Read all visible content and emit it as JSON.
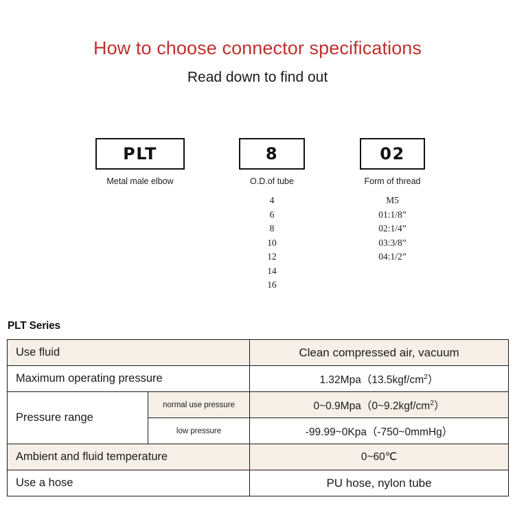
{
  "header": {
    "title": "How to choose connector specifications",
    "subtitle": "Read down to find out",
    "title_color": "#c0302c"
  },
  "code_builder": {
    "columns": [
      {
        "name": "series",
        "code": "PLT",
        "caption": "Metal male elbow",
        "options": []
      },
      {
        "name": "tube-size",
        "code": "8",
        "caption": "O.D.of tube",
        "options": [
          "4",
          "6",
          "8",
          "10",
          "12",
          "14",
          "16"
        ]
      },
      {
        "name": "thread-form",
        "code": "02",
        "caption": "Form of thread",
        "options": [
          "M5",
          "01:1/8”",
          "02:1/4”",
          "03:3/8”",
          "04:1/2”"
        ]
      }
    ]
  },
  "spec": {
    "series_label": "PLT Series",
    "row_bg_cream": "#f6efe7",
    "rows": [
      {
        "label": "Use fluid",
        "sublabel": null,
        "value": "Clean compressed air, vacuum",
        "shaded": true
      },
      {
        "label": "Maximum operating pressure",
        "sublabel": null,
        "value": "1.32Mpa（13.5kgf/cm",
        "value_sup": "2",
        "value_tail": "）",
        "shaded": false
      },
      {
        "label": "Pressure range",
        "sublabel": "normal use pressure",
        "value": "0~0.9Mpa（0~9.2kgf/cm",
        "value_sup": "2",
        "value_tail": "）",
        "shaded": true
      },
      {
        "label": "",
        "sublabel": "low pressure",
        "value": "-99.99~0Kpa（-750~0mmHg）",
        "shaded": false
      },
      {
        "label": "Ambient and fluid temperature",
        "sublabel": null,
        "value": "0~60℃",
        "shaded": true
      },
      {
        "label": "Use a hose",
        "sublabel": null,
        "value": "PU hose, nylon tube",
        "shaded": false
      }
    ]
  }
}
